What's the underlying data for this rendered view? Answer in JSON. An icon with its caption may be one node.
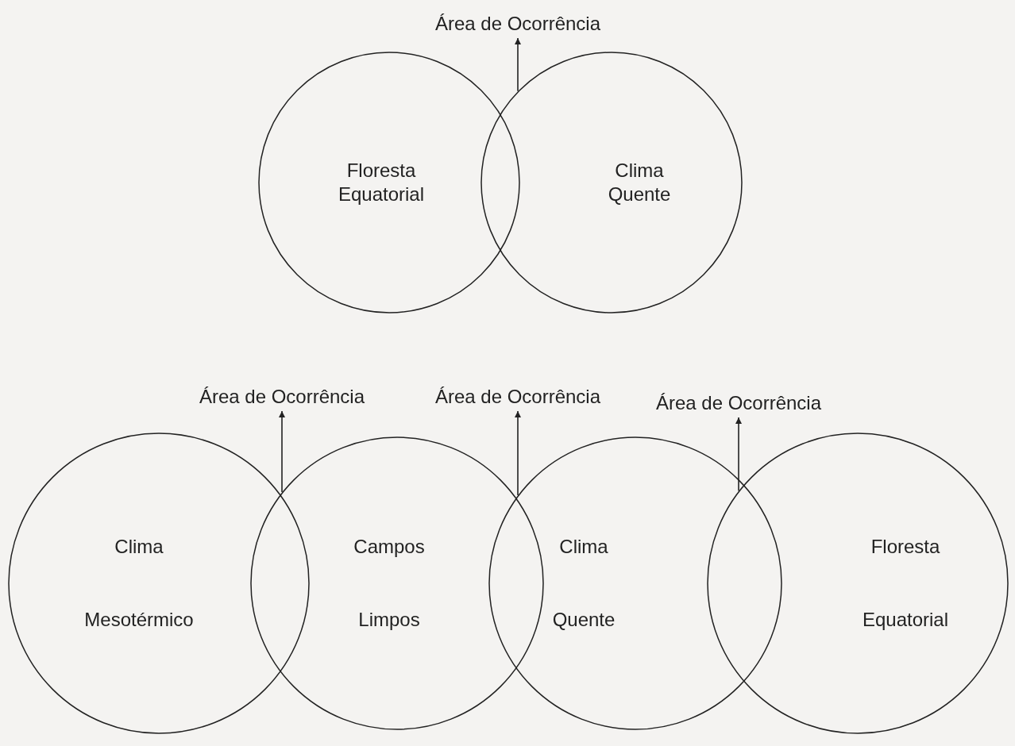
{
  "diagram": {
    "nodes": [
      {
        "text": [
          "Área de Ocorrência"
        ]
      },
      {
        "text": [
          "Floresta Equatorial"
        ]
      },
      {
        "text": [
          "Clima Quente"
        ]
      },
      {
        "text": [
          "Área de Ocorrência"
        ]
      },
      {
        "text": [
          "Área de Ocorrência"
        ]
      },
      {
        "text": [
          "Área de Ocorrência"
        ]
      },
      {
        "text": [
          "Clima",
          "Mesotérmico"
        ]
      },
      {
        "text": [
          "Campos",
          "Limpos"
        ]
      },
      {
        "text": [
          "Clima",
          "Quente"
        ]
      },
      {
        "text": [
          "Floresta",
          "Equatorial"
        ]
      }
    ],
    "edges": [
      {
        "from": 2,
        "to": 0,
        "arrow": "to"
      },
      {
        "from": 7,
        "to": 3,
        "arrow": "to"
      },
      {
        "from": 8,
        "to": 4,
        "arrow": "to"
      },
      {
        "from": 9,
        "to": 5,
        "arrow": "to"
      }
    ]
  }
}
